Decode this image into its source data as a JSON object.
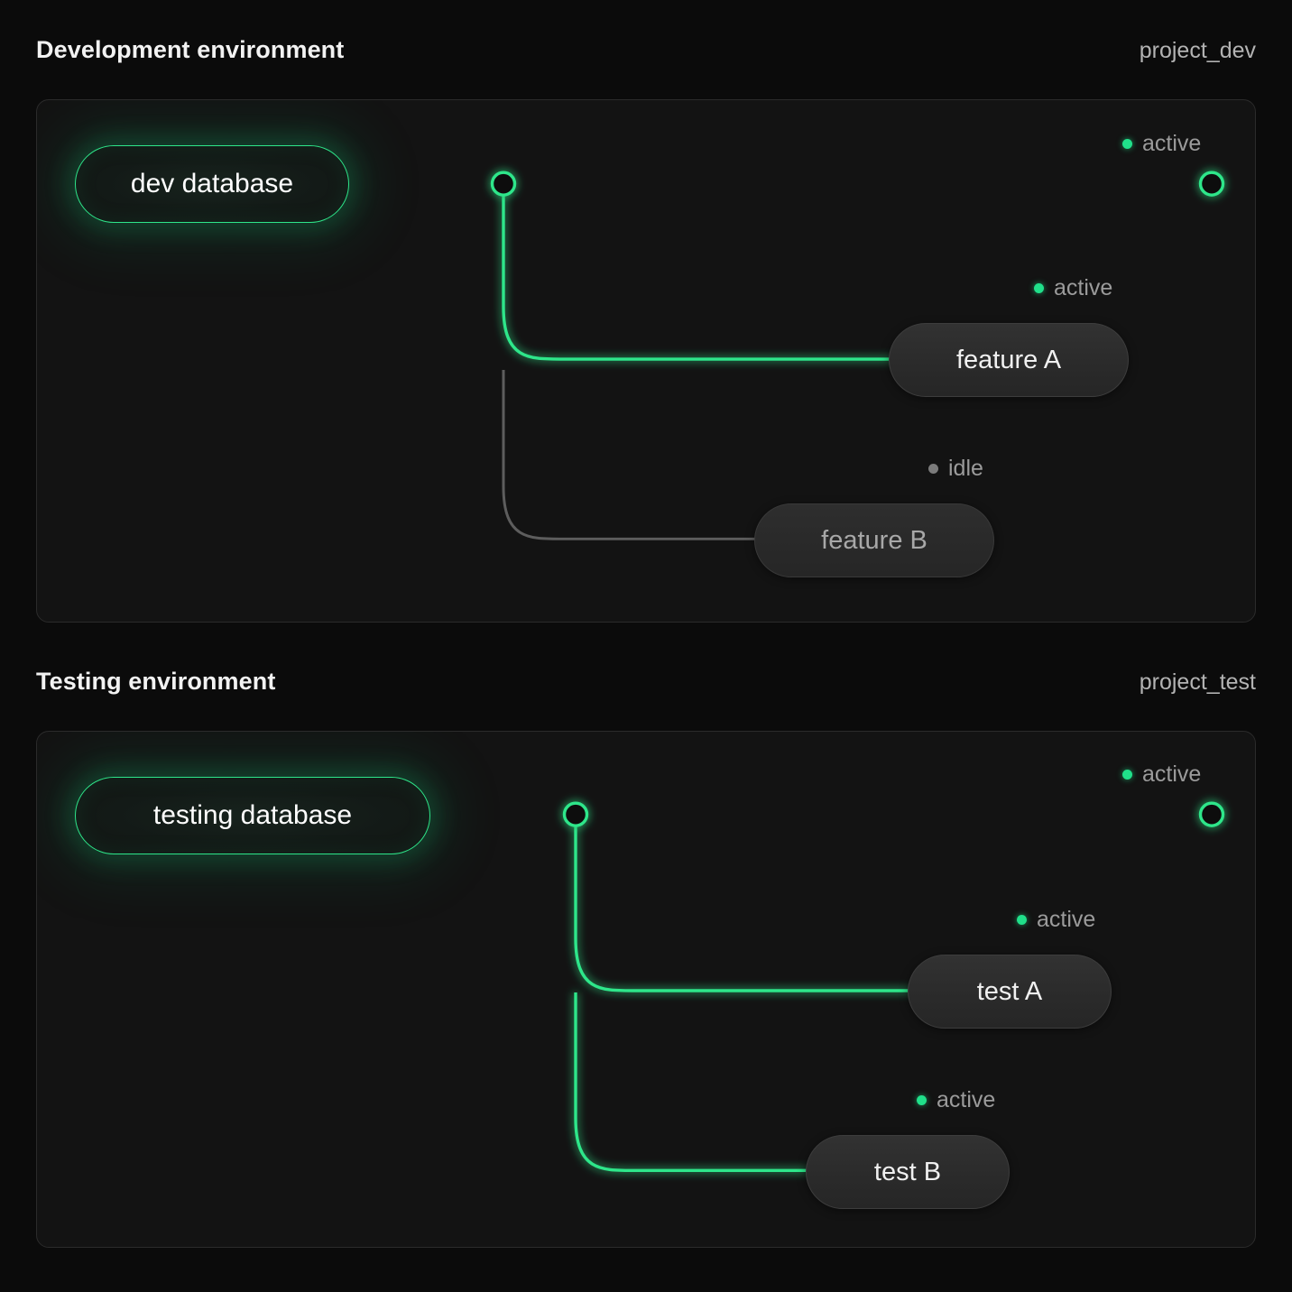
{
  "theme": {
    "background": "#0b0b0b",
    "panel_background": "#131313",
    "panel_border": "#2b2b2b",
    "accent_active": "#20e08a",
    "accent_idle": "#7b7b7b",
    "text_primary": "#f2f2f2",
    "text_muted": "#9b9b9b"
  },
  "sections": [
    {
      "title": "Development environment",
      "project": "project_dev",
      "source": {
        "label": "dev database",
        "status": "active"
      },
      "trunk": {
        "status": "active",
        "endpoint_status": "active",
        "endpoint_label": "active"
      },
      "branches": [
        {
          "label": "feature A",
          "status": "active",
          "status_label": "active"
        },
        {
          "label": "feature B",
          "status": "idle",
          "status_label": "idle"
        }
      ]
    },
    {
      "title": "Testing environment",
      "project": "project_test",
      "source": {
        "label": "testing database",
        "status": "active"
      },
      "trunk": {
        "status": "active",
        "endpoint_status": "active",
        "endpoint_label": "active"
      },
      "branches": [
        {
          "label": "test A",
          "status": "active",
          "status_label": "active"
        },
        {
          "label": "test B",
          "status": "active",
          "status_label": "active"
        }
      ]
    }
  ]
}
